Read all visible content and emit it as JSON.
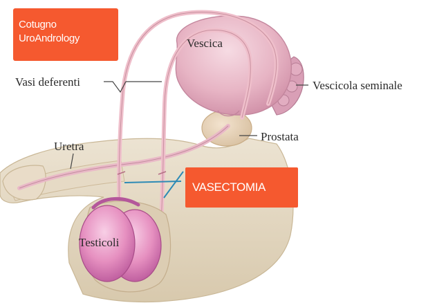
{
  "brand": {
    "line1": "Cotugno",
    "line2": "UroAndrology"
  },
  "callout": {
    "text": "VASECTOMIA"
  },
  "labels": {
    "bladder": "Vescica",
    "vas_deferens": "Vasi deferenti",
    "seminal_vesicle": "Vescicola seminale",
    "urethra": "Uretra",
    "prostate": "Prostata",
    "testicles": "Testicoli"
  },
  "colors": {
    "badge": "#f5592f",
    "skin": "#e4d8c2",
    "organ_pink": "#e7aec0",
    "testis_pink": "#e58fbd",
    "duct_pink": "#efbfcb",
    "arrow_blue": "#2d8ab5",
    "label_text": "#2a2a2a"
  }
}
